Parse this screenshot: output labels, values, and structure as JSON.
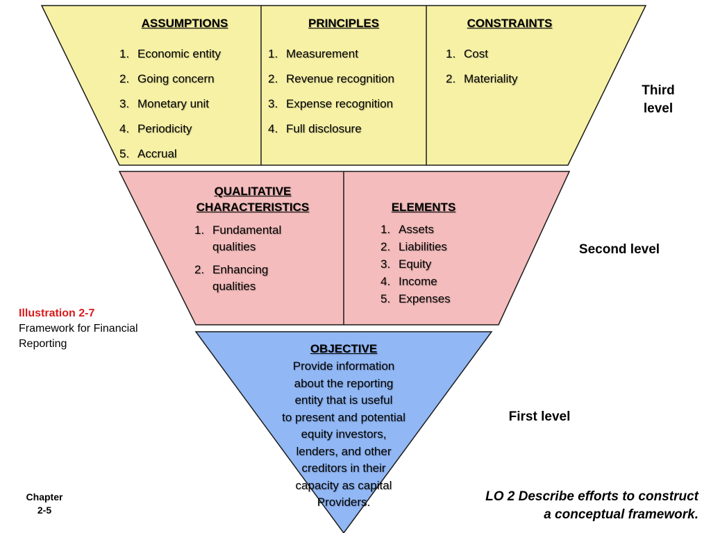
{
  "colors": {
    "third_level_fill": "#f7f1a6",
    "second_level_fill": "#f4bcbc",
    "first_level_fill": "#91b7f4",
    "illustration_red": "#d81b1b"
  },
  "third_level": {
    "assumptions": {
      "heading": "ASSUMPTIONS",
      "items": [
        {
          "num": "1.",
          "text": "Economic entity"
        },
        {
          "num": "2.",
          "text": "Going concern"
        },
        {
          "num": "3.",
          "text": "Monetary unit"
        },
        {
          "num": "4.",
          "text": "Periodicity"
        },
        {
          "num": "5.",
          "text": "Accrual"
        }
      ]
    },
    "principles": {
      "heading": "PRINCIPLES",
      "items": [
        {
          "num": "1.",
          "text": "Measurement"
        },
        {
          "num": "2.",
          "text": "Revenue recognition"
        },
        {
          "num": "3.",
          "text": "Expense recognition"
        },
        {
          "num": "4.",
          "text": "Full disclosure"
        }
      ]
    },
    "constraints": {
      "heading": "CONSTRAINTS",
      "items": [
        {
          "num": "1.",
          "text": "Cost"
        },
        {
          "num": "2.",
          "text": "Materiality"
        }
      ]
    },
    "level_label_line1": "Third",
    "level_label_line2": "level"
  },
  "second_level": {
    "qualitative": {
      "heading_line1": "QUALITATIVE",
      "heading_line2": "CHARACTERISTICS",
      "items": [
        {
          "num": "1.",
          "line1": "Fundamental",
          "line2": "qualities"
        },
        {
          "num": "2.",
          "line1": "Enhancing",
          "line2": "qualities"
        }
      ]
    },
    "elements": {
      "heading": "ELEMENTS",
      "items": [
        {
          "num": "1.",
          "text": "Assets"
        },
        {
          "num": "2.",
          "text": "Liabilities"
        },
        {
          "num": "3.",
          "text": "Equity"
        },
        {
          "num": "4.",
          "text": "Income"
        },
        {
          "num": "5.",
          "text": "Expenses"
        }
      ]
    },
    "level_label": "Second level"
  },
  "first_level": {
    "heading": "OBJECTIVE",
    "lines": [
      "Provide information",
      "about the reporting",
      "entity that is useful",
      "to present and potential",
      "equity investors,",
      "lenders, and other",
      "creditors in their",
      "capacity as capital",
      "Providers."
    ],
    "level_label": "First level"
  },
  "illustration": {
    "title": "Illustration 2-7",
    "line1": "Framework for Financial",
    "line2": "Reporting"
  },
  "chapter": {
    "line1": "Chapter",
    "line2": "2-5"
  },
  "learning_objective": {
    "line1": "LO 2  Describe efforts to construct",
    "line2": "a conceptual framework."
  }
}
